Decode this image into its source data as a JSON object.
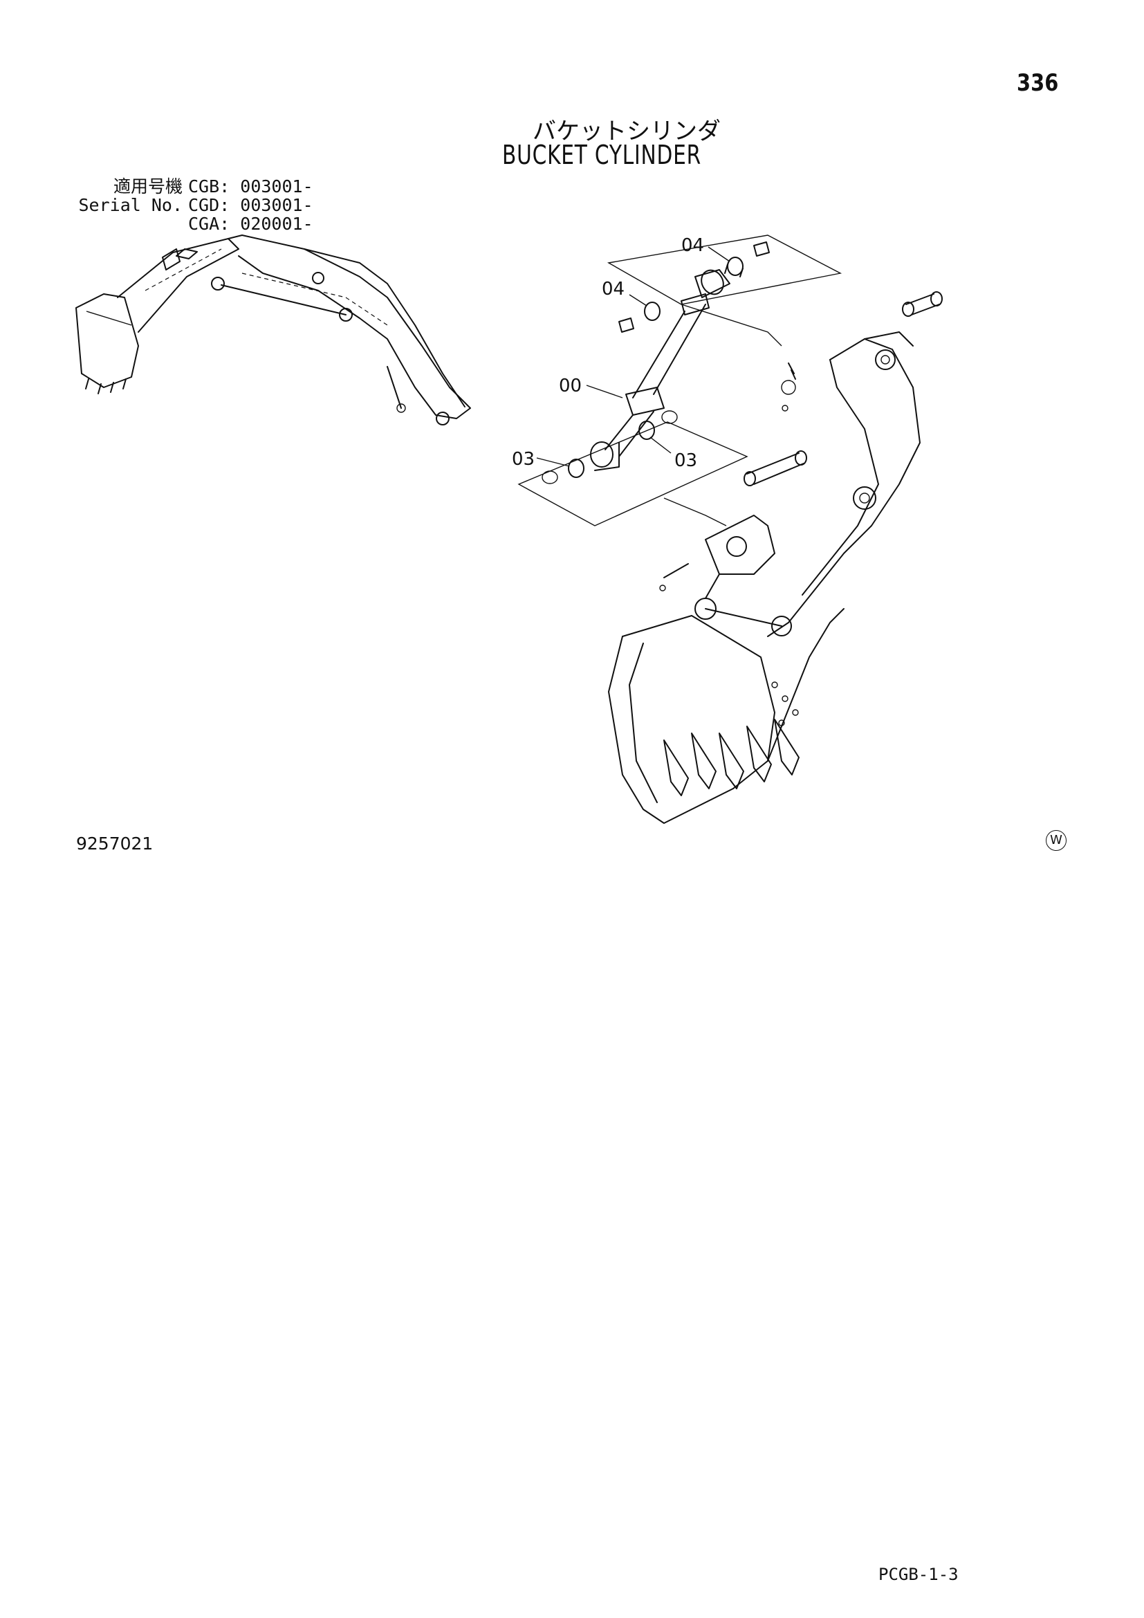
{
  "page": {
    "page_number": "336",
    "title_jp": "バケットシリンダ",
    "title_en": "BUCKET CYLINDER",
    "figure_number": "9257021",
    "footer_code": "PCGB-1-3",
    "mark": "W"
  },
  "serial_info": {
    "label_jp": "適用号機",
    "label_en": "Serial No.",
    "entries": [
      {
        "model": "CGB:",
        "from": "003001-"
      },
      {
        "model": "CGD:",
        "from": "003001-"
      },
      {
        "model": "CGA:",
        "from": "020001-"
      }
    ]
  },
  "callouts": [
    {
      "id": "c04a",
      "label": "04"
    },
    {
      "id": "c04b",
      "label": "04"
    },
    {
      "id": "c00",
      "label": "00"
    },
    {
      "id": "c03a",
      "label": "03"
    },
    {
      "id": "c03b",
      "label": "03"
    }
  ]
}
